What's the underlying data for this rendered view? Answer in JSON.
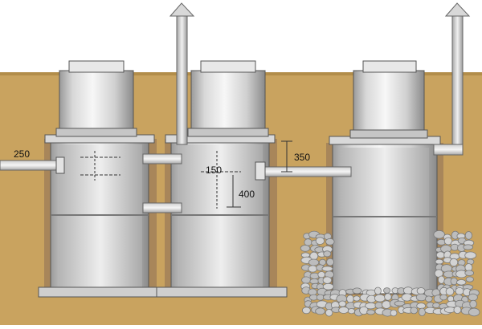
{
  "diagram": {
    "type": "septic tank cross-section",
    "colors": {
      "sky": "#ffffff",
      "soil": "#c9a35f",
      "soil_dark": "#b28d4a",
      "concrete_light": "#f2f2f2",
      "concrete_mid": "#cfcfcf",
      "concrete_dark": "#8f8f8f",
      "gravel": "#c9c9c9",
      "outline": "#555555"
    },
    "dimensions": {
      "inlet_offset": "250",
      "overflow_drop": "150",
      "lower_pipe_drop": "400",
      "outlet_offset": "350"
    },
    "icons": [
      "vent-pipe-cap-icon",
      "vent-pipe-cap-icon"
    ]
  }
}
